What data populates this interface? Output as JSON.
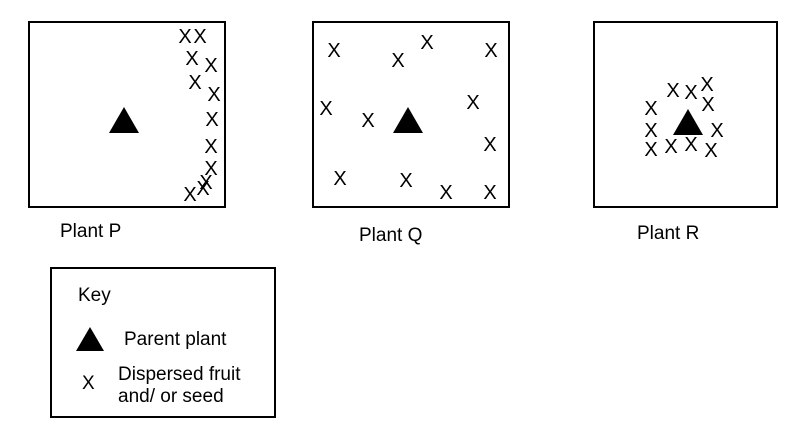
{
  "mark_symbol": "X",
  "panels": [
    {
      "caption": "Plant P"
    },
    {
      "caption": "Plant Q"
    },
    {
      "caption": "Plant R"
    }
  ],
  "key": {
    "title": "Key",
    "parent_label": "Parent plant",
    "fruit_label_line1": "Dispersed fruit",
    "fruit_label_line2": "and/ or seed",
    "x_symbol": "X"
  }
}
